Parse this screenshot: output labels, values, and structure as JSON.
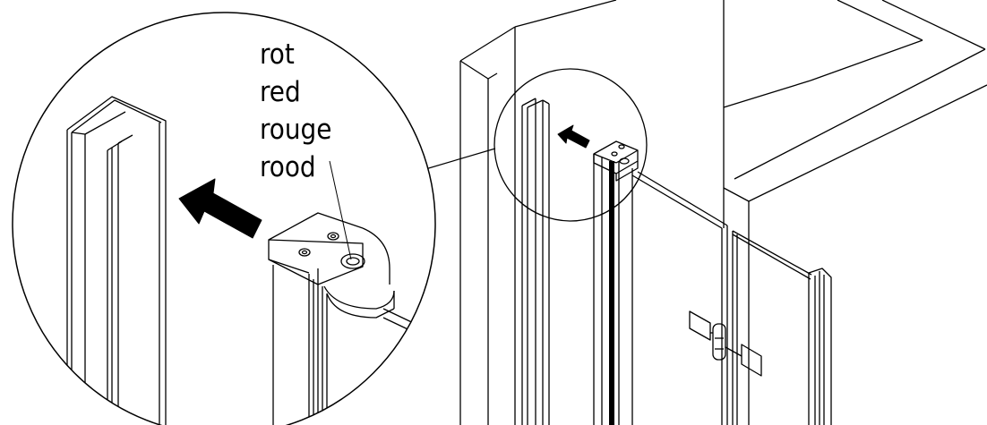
{
  "labels": {
    "color_de": "rot",
    "color_en": "red",
    "color_fr": "rouge",
    "color_nl": "rood"
  },
  "colors": {
    "line": "#000000",
    "background": "#ffffff"
  },
  "icons": [
    "arrow-icon"
  ]
}
